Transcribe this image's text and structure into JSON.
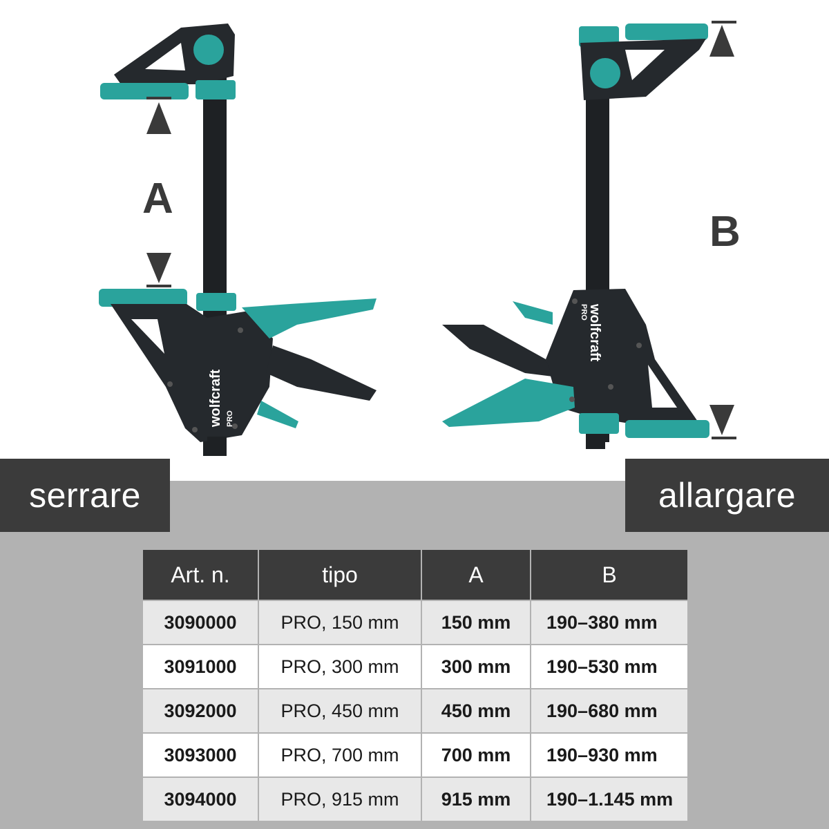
{
  "labels": {
    "clamp": "serrare",
    "spread": "allargare"
  },
  "dimensions": {
    "a": "A",
    "b": "B"
  },
  "brand": {
    "name": "wolfcraft",
    "model": "PRO"
  },
  "colors": {
    "accent": "#2aa39c",
    "dark": "#23272b",
    "band": "#3b3b3b",
    "table_bg": "#b2b2b2"
  },
  "table": {
    "headers": [
      "Art. n.",
      "tipo",
      "A",
      "B"
    ],
    "rows": [
      [
        "3090000",
        "PRO,  150 mm",
        "150 mm",
        "190–380 mm"
      ],
      [
        "3091000",
        "PRO,  300 mm",
        "300 mm",
        "190–530 mm"
      ],
      [
        "3092000",
        "PRO,  450 mm",
        "450 mm",
        "190–680 mm"
      ],
      [
        "3093000",
        "PRO,  700 mm",
        "700 mm",
        "190–930 mm"
      ],
      [
        "3094000",
        "PRO,  915 mm",
        "915 mm",
        "190–1.145 mm"
      ]
    ]
  }
}
